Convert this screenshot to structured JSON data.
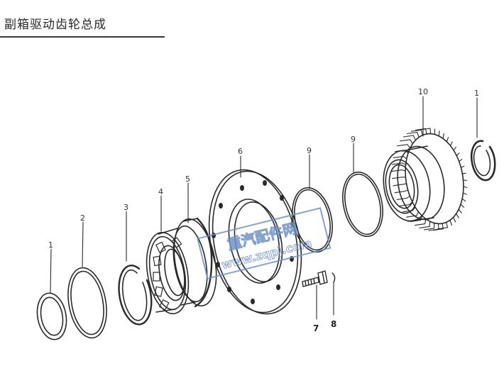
{
  "page": {
    "title": "副箱驱动齿轮总成"
  },
  "callouts": [
    {
      "id": "c1a",
      "label": "1"
    },
    {
      "id": "c2",
      "label": "2"
    },
    {
      "id": "c3",
      "label": "3"
    },
    {
      "id": "c4",
      "label": "4"
    },
    {
      "id": "c5",
      "label": "5"
    },
    {
      "id": "c6",
      "label": "6"
    },
    {
      "id": "c9a",
      "label": "9"
    },
    {
      "id": "c9b",
      "label": "9"
    },
    {
      "id": "c10",
      "label": "10"
    },
    {
      "id": "c1b",
      "label": "1"
    },
    {
      "id": "c7",
      "label": "7"
    },
    {
      "id": "c8",
      "label": "8"
    }
  ],
  "watermark": {
    "line1": "重汽配件网",
    "line2": "www.zqpj.com",
    "color": "#6f93c8"
  },
  "colors": {
    "ink": "#2a2a2a",
    "watermark": "#6f93c8"
  }
}
